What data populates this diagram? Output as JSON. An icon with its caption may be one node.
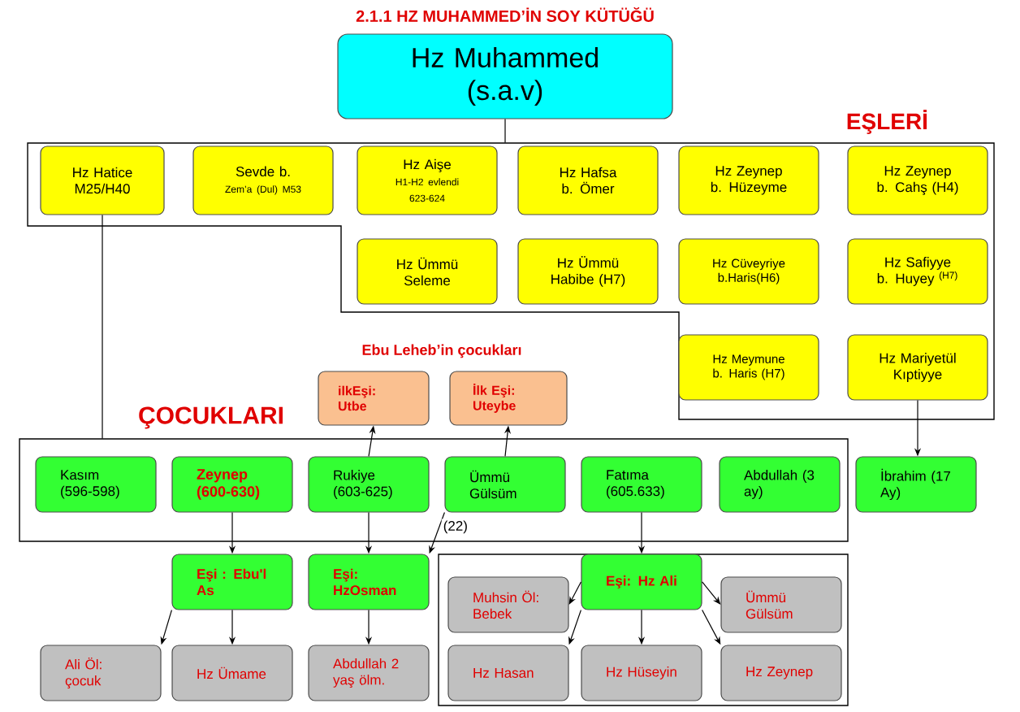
{
  "diagram": {
    "title": "2.1.1   HZ MUHAMMED’İN SOY KÜTÜĞÜ",
    "nodes": [
      {
        "text": [
          "Hz Muhammed (s.a.v)"
        ]
      },
      {
        "text": [
          "EŞLERİ"
        ]
      },
      {
        "text": [
          "Hz Hatice M25/H40"
        ],
        "in": 1
      },
      {
        "text": [
          "Sevde b.",
          "Zem’a  (Dul) M53"
        ],
        "in": 1
      },
      {
        "text": [
          "Hz Aişe",
          "H1-H2 evlendi 623-624"
        ],
        "in": 1
      },
      {
        "text": [
          "Hz Hafsa b. Ömer"
        ],
        "in": 1
      },
      {
        "text": [
          "Hz Zeynep b. Hüzeyme"
        ],
        "in": 1
      },
      {
        "text": [
          "Hz Zeynep b. Cahş (H4)"
        ],
        "in": 1
      },
      {
        "text": [
          "Hz Ümmü Seleme"
        ],
        "in": 1
      },
      {
        "text": [
          "Hz Ümmü Habibe (H7)"
        ],
        "in": 1
      },
      {
        "text": [
          "Hz Cüveyriye b.Haris(H6)"
        ],
        "in": 1
      },
      {
        "text": [
          "Hz Safiyye b. Huyey $^{(H7)}$"
        ],
        "in": 1
      },
      {
        "text": [
          "Hz Meymune b. Haris  (H7)"
        ],
        "in": 1
      },
      {
        "text": [
          "Hz Mariyetül Kıptiyye"
        ],
        "in": 1
      },
      {
        "text": [
          "ilkEşi: Utbe"
        ]
      },
      {
        "text": [
          "İlk Eşi: Uteybe"
        ]
      },
      {
        "text": [
          "ÇOCUKLARI"
        ]
      },
      {
        "text": [
          "Kasım (596-598)"
        ],
        "in": 16
      },
      {
        "text": [
          "Zeynep (600-630)"
        ],
        "in": 16
      },
      {
        "text": [
          "Rukiye (603-625)"
        ],
        "in": 16
      },
      {
        "text": [
          "Ümmü Gülsüm"
        ],
        "in": 16
      },
      {
        "text": [
          "Fatıma (605.633)"
        ],
        "in": 16
      },
      {
        "text": [
          "Abdullah (3 ay)"
        ],
        "in": 16
      },
      {
        "text": [
          "İbrahim (17 Ay)"
        ]
      },
      {
        "text": [],
        "shape": "box"
      },
      {
        "text": [
          "Eşi : Ebu'l As"
        ]
      },
      {
        "text": [
          "Eşi: HzOsman"
        ]
      },
      {
        "text": [
          "Eşi: Hz Ali"
        ],
        "in": 24
      },
      {
        "text": [
          "Muhsin Öl: Bebek"
        ],
        "in": 24
      },
      {
        "text": [
          "Ümmü Gülsüm"
        ],
        "in": 24
      },
      {
        "text": [
          "Ali Öl: çocuk"
        ]
      },
      {
        "text": [
          "Hz Ümame"
        ]
      },
      {
        "text": [
          "Abdullah 2 yaş ölm."
        ]
      },
      {
        "text": [
          "Hz Hasan"
        ],
        "in": 24
      },
      {
        "text": [
          "Hz Hüseyin"
        ],
        "in": 24
      },
      {
        "text": [
          "Hz Zeynep"
        ],
        "in": 24
      }
    ],
    "edges": [
      {
        "from": 0,
        "to": 1,
        "arrow": "none"
      },
      {
        "from": 2,
        "to": 16,
        "arrow": "none"
      },
      {
        "from": 13,
        "to": 23,
        "arrow": "to"
      },
      {
        "from": 19,
        "to": 14,
        "arrow": "to"
      },
      {
        "from": 20,
        "to": 15,
        "arrow": "to"
      },
      {
        "from": 18,
        "to": 25,
        "arrow": "to"
      },
      {
        "from": 19,
        "to": 26,
        "arrow": "to"
      },
      {
        "from": 20,
        "to": 26,
        "arrow": "to",
        "label": "(22)"
      },
      {
        "from": 21,
        "to": 27,
        "arrow": "to"
      },
      {
        "from": 25,
        "to": 30,
        "arrow": "to"
      },
      {
        "from": 25,
        "to": 31,
        "arrow": "to"
      },
      {
        "from": 26,
        "to": 32,
        "arrow": "to"
      },
      {
        "from": 27,
        "to": 28,
        "arrow": "to"
      },
      {
        "from": 27,
        "to": 29,
        "arrow": "to"
      },
      {
        "from": 27,
        "to": 33,
        "arrow": "to"
      },
      {
        "from": 27,
        "to": 34,
        "arrow": "to"
      },
      {
        "from": 27,
        "to": 35,
        "arrow": "to"
      }
    ],
    "labels": [
      "Ebu Leheb’in çocukları"
    ]
  }
}
